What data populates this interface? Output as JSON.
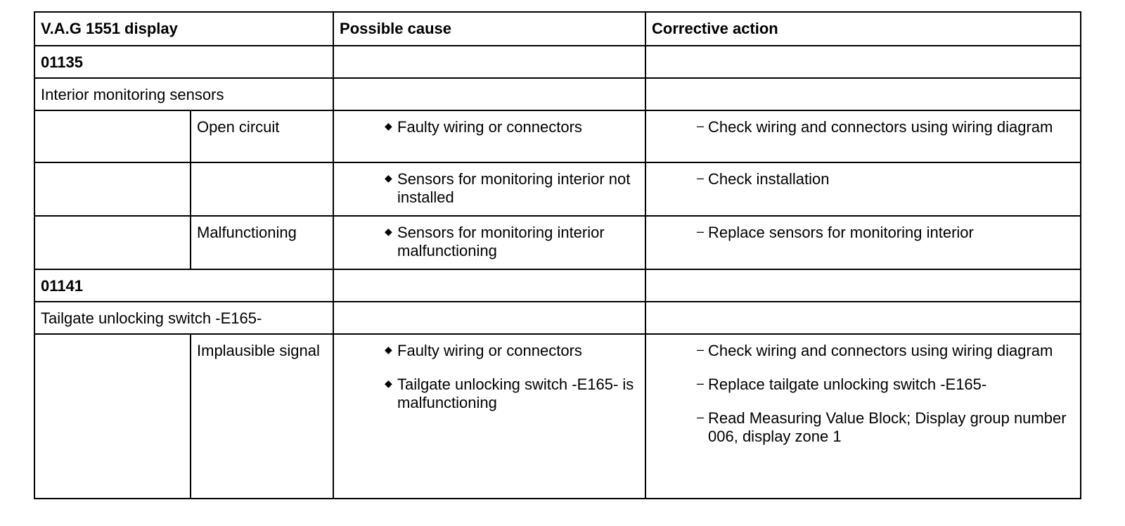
{
  "table": {
    "headers": {
      "display": "V.A.G 1551 display",
      "cause": "Possible cause",
      "action": "Corrective action"
    },
    "sections": [
      {
        "code": "01135",
        "component": "Interior monitoring sensors",
        "rows": [
          {
            "fault": "Open circuit",
            "causes": [
              "Faulty wiring or connectors"
            ],
            "actions": [
              "Check wiring and connectors using wiring diagram"
            ]
          },
          {
            "fault": "",
            "causes": [
              "Sensors for monitoring interior not installed"
            ],
            "actions": [
              "Check installation"
            ]
          },
          {
            "fault": "Malfunctioning",
            "causes": [
              "Sensors for monitoring interior malfunctioning"
            ],
            "actions": [
              "Replace sensors for monitoring interior"
            ]
          }
        ]
      },
      {
        "code": "01141",
        "component": "Tailgate unlocking switch -E165-",
        "rows": [
          {
            "fault": "Implausible signal",
            "causes": [
              "Faulty wiring or connectors",
              "Tailgate unlocking switch -E165- is malfunctioning"
            ],
            "actions": [
              "Check wiring and connectors using wiring diagram",
              "Replace tailgate unlocking switch -E165-",
              "Read Measuring Value Block; Display group number 006, display zone 1"
            ]
          }
        ]
      }
    ],
    "bullet_symbol": "◆",
    "dash_symbol": "–"
  }
}
